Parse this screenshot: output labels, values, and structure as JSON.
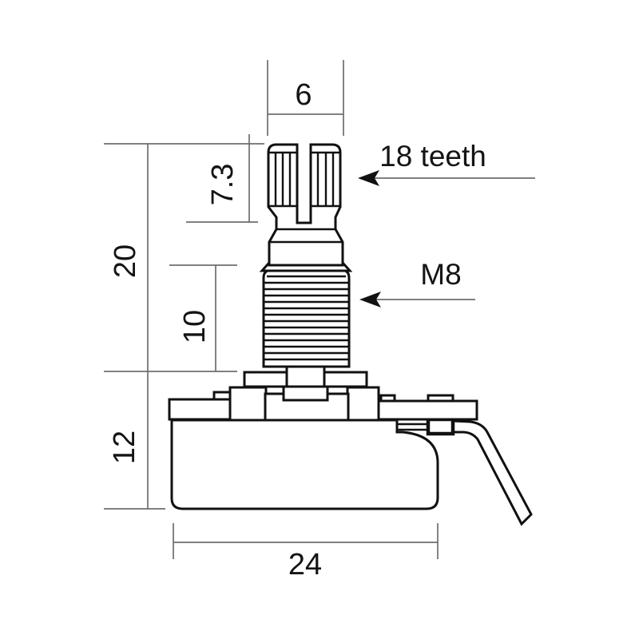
{
  "labels": {
    "shaft_top_width": "6",
    "knurl_length": "7.3",
    "shaft_length": "20",
    "bushing_length": "10",
    "body_height": "12",
    "body_width": "24",
    "teeth": "18 teeth",
    "thread_size": "M8"
  },
  "colors": {
    "outline": "#111111",
    "dimension_line": "#6e6e6e",
    "text": "#141414",
    "background": "#ffffff"
  }
}
